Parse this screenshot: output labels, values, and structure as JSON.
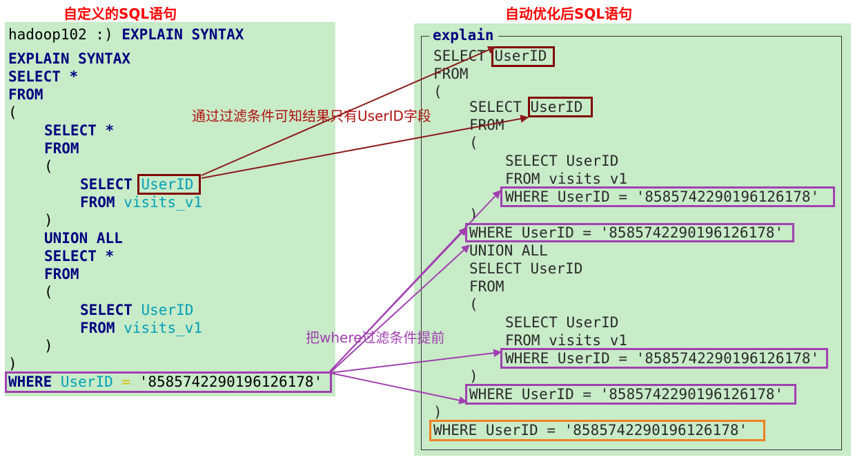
{
  "titles": {
    "left": "自定义的SQL语句",
    "right": "自动优化后SQL语句"
  },
  "left_code": {
    "prompt": "hadoop102 :)",
    "prompt_cmd": "EXPLAIN SYNTAX",
    "l1": "EXPLAIN SYNTAX",
    "l2": "SELECT *",
    "l3": "FROM",
    "l4": "(",
    "l5": "SELECT *",
    "l6": "FROM",
    "l7": "(",
    "l8_kw": "SELECT",
    "l8_id": "UserID",
    "l9_kw": "FROM",
    "l9_id": "visits_v1",
    "l10": ")",
    "l11": "UNION ALL",
    "l12": "SELECT *",
    "l13": "FROM",
    "l14": "(",
    "l15_kw": "SELECT",
    "l15_id": "UserID",
    "l16_kw": "FROM",
    "l16_id": "visits_v1",
    "l17": ")",
    "l18": ")",
    "where_kw": "WHERE",
    "where_id": "UserID",
    "where_op": "=",
    "where_val": "'8585742290196126178'"
  },
  "right_code": {
    "header": "explain",
    "r1_a": "SELECT",
    "r1_b": "UserID",
    "r2": "FROM",
    "r3": "(",
    "r4_a": "SELECT",
    "r4_b": "UserID",
    "r5": "FROM",
    "r6": "(",
    "r7": "SELECT UserID",
    "r8": "FROM visits_v1",
    "r9": "WHERE UserID = '8585742290196126178'",
    "r10": ")",
    "r11": "WHERE UserID = '8585742290196126178'",
    "r12": "UNION ALL",
    "r13": "SELECT UserID",
    "r14": "FROM",
    "r15": "(",
    "r16": "SELECT UserID",
    "r17": "FROM visits_v1",
    "r18": "WHERE UserID = '8585742290196126178'",
    "r19": ")",
    "r20": "WHERE UserID = '8585742290196126178'",
    "r21": ")",
    "r22": "WHERE UserID = '8585742290196126178'"
  },
  "annotations": {
    "userid_note": "通过过滤条件可知结果只有UserID字段",
    "where_note": "把where过滤条件提前"
  },
  "colors": {
    "panel_bg": "#c8ebc8",
    "title_red": "#ff0000",
    "keyword_navy": "#000080",
    "identifier_cyan": "#00a0b8",
    "box_dark_red": "#800000",
    "box_purple": "#a040b0",
    "box_orange": "#f08020",
    "arrow_dark_red": "#8b1a1a",
    "arrow_purple": "#a040b0"
  }
}
